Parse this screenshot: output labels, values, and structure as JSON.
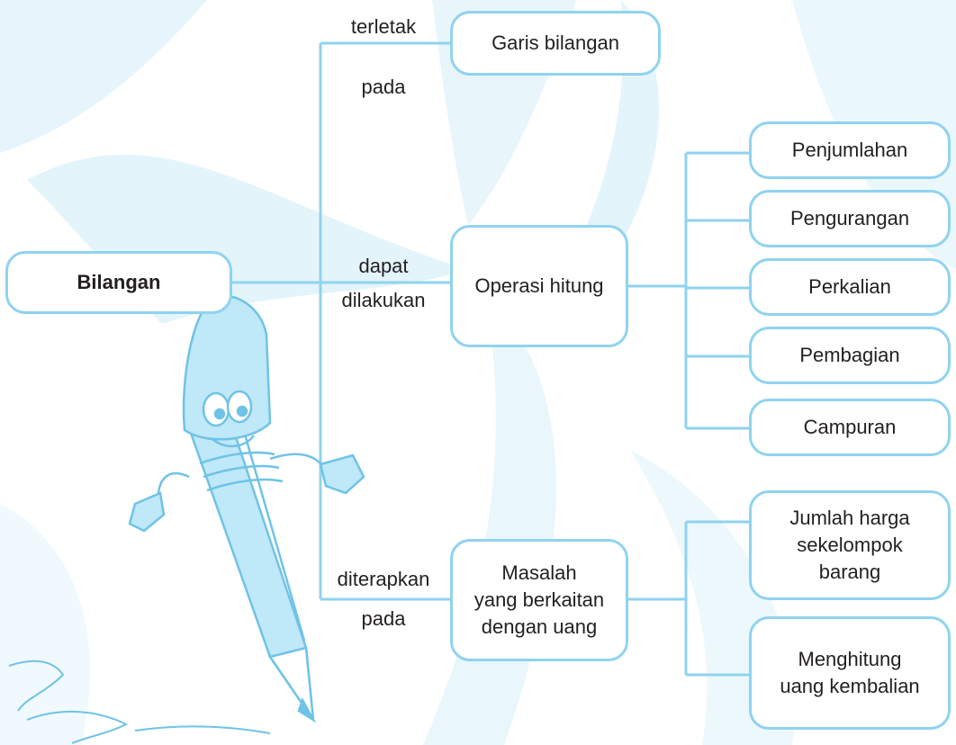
{
  "root": {
    "label": "Bilangan"
  },
  "branches": {
    "garis": {
      "label": "Garis bilangan",
      "connector_top": "terletak",
      "connector_bottom": "pada"
    },
    "operasi": {
      "label": "Operasi hitung",
      "connector_top": "dapat",
      "connector_bottom": "dilakukan",
      "children": [
        "Penjumlahan",
        "Pengurangan",
        "Perkalian",
        "Pembagian",
        "Campuran"
      ]
    },
    "masalah": {
      "label": "Masalah\nyang berkaitan\ndengan uang",
      "connector_top": "diterapkan",
      "connector_bottom": "pada",
      "children": [
        "Jumlah harga\nsekelompok\nbarang",
        "Menghitung\nuang kembalian"
      ]
    }
  },
  "colors": {
    "line": "#8fd3ef",
    "box_border": "#8fd3ef",
    "background_art": "#dcf1fb",
    "pencil": "#9fdcf4"
  },
  "illustration": {
    "name": "pencil-mascot"
  }
}
